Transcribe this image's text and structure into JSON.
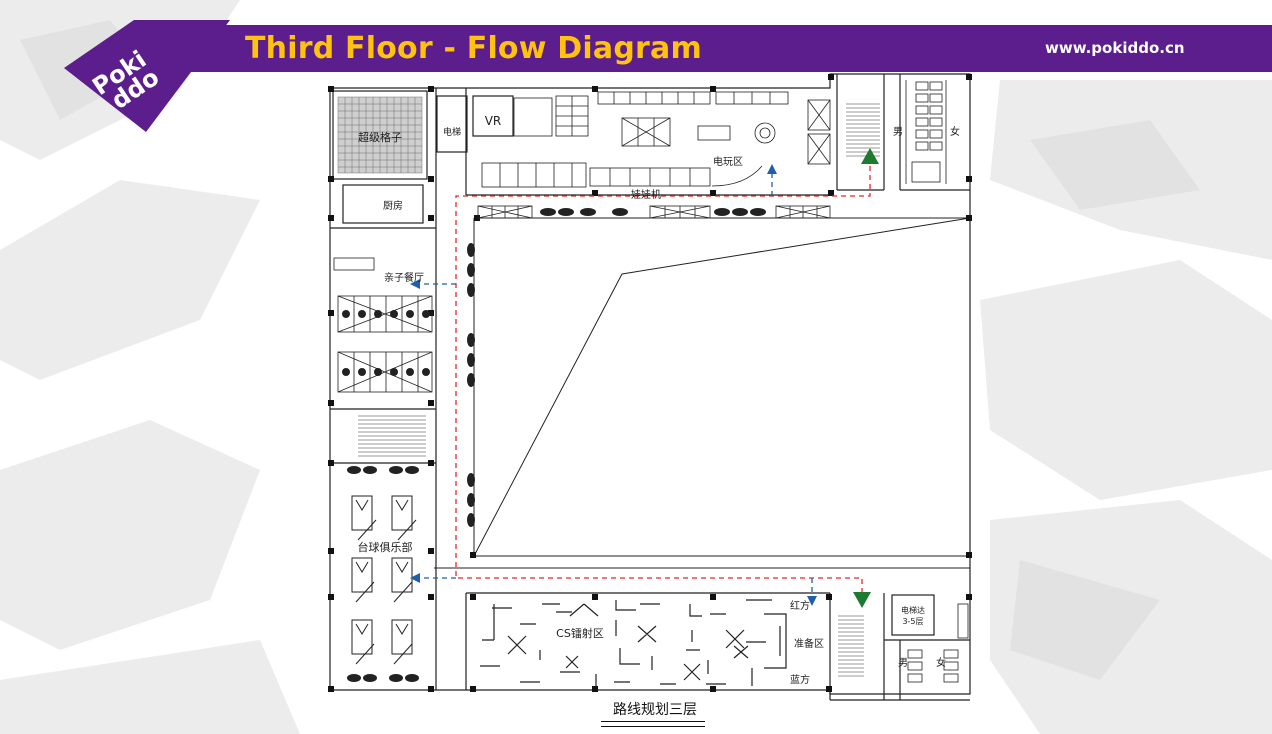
{
  "header": {
    "title": "Third Floor - Flow Diagram",
    "website": "www.pokiddo.cn",
    "logo_text": "Poki ddo",
    "brand_color": "#5b1e8c",
    "title_color": "#ffc20e"
  },
  "floor_plan": {
    "caption": "路线规划三层",
    "rooms": {
      "super_grid": "超级格子",
      "elevator": "电梯",
      "vr": "VR",
      "kitchen": "厨房",
      "family_restaurant": "亲子餐厅",
      "arcade": "电玩区",
      "claw_machines": "娃娃机",
      "billiards": "台球俱乐部",
      "cs_laser": "CS镭射区",
      "red_team": "红方",
      "prep_area": "准备区",
      "blue_team": "蓝方",
      "elevator_3_5_line1": "电梯达",
      "elevator_3_5_line2": "3-5层",
      "male_top": "男",
      "female_top": "女",
      "male_bottom": "男",
      "female_bottom": "女"
    },
    "route_colors": {
      "main_route": "#e8262a",
      "branch_arrow": "#1f5fa8",
      "entry_arrow": "#1e7a2e"
    }
  }
}
